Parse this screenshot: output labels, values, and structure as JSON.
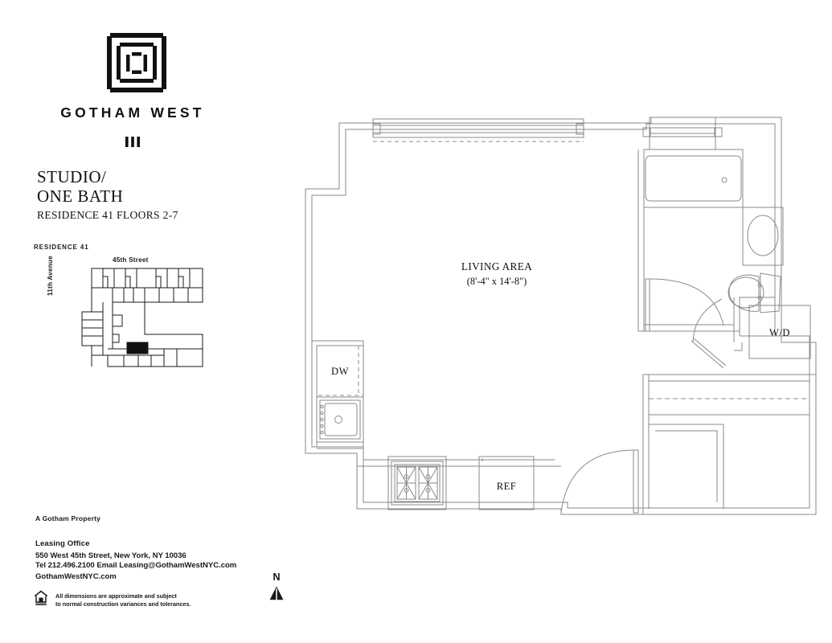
{
  "brand": {
    "logo_icon": "nested-square-labyrinth-logo",
    "name": "GOTHAM WEST",
    "mark_icon": "three-vertical-bars-mark"
  },
  "plan": {
    "title_line1": "STUDIO/",
    "title_line2": "ONE BATH",
    "subtitle": "RESIDENCE 41 FLOORS 2-7"
  },
  "keyplan": {
    "caption": "RESIDENCE 41",
    "street_label": "45th Street",
    "avenue_label": "11th Avenue"
  },
  "footer": {
    "property": "A Gotham Property",
    "leasing_office": "Leasing Office",
    "address": "550 West 45th Street, New York, NY 10036",
    "contact": "Tel 212.496.2100  Email Leasing@GothamWestNYC.com",
    "website": "GothamWestNYC.com",
    "disclaimer_line1": "All dimensions are approximate and subject",
    "disclaimer_line2": "to normal construction variances and tolerances.",
    "eho_icon": "equal-housing-opportunity-icon"
  },
  "compass": {
    "letter": "N",
    "icon": "north-arrow-icon"
  },
  "floorplan": {
    "rooms": [
      {
        "name": "LIVING AREA",
        "dimensions": "(8'-4\" x 14'-8\")"
      }
    ],
    "appliances": [
      {
        "code": "DW",
        "name": "dishwasher"
      },
      {
        "code": "REF",
        "name": "refrigerator"
      },
      {
        "code": "W/D",
        "name": "washer-dryer"
      }
    ],
    "fixtures": [
      "bathtub",
      "sink",
      "toilet",
      "vanity-sink",
      "range-stove"
    ]
  },
  "colors": {
    "ink": "#1a1a1a",
    "wall": "#2b2b2b",
    "line": "#888888",
    "highlight": "#111111",
    "paper": "#ffffff"
  }
}
